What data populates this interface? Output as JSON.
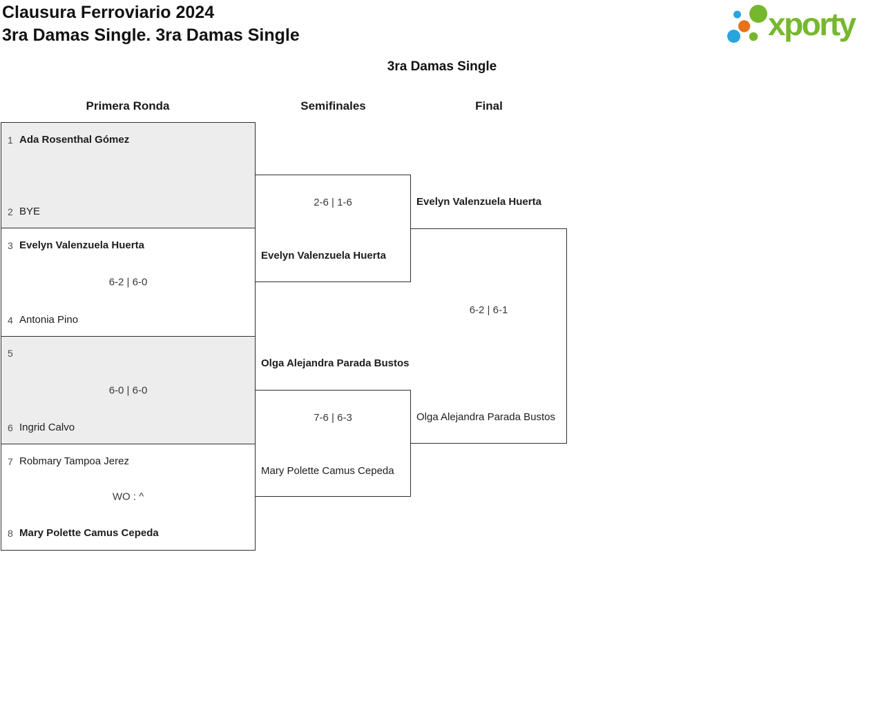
{
  "header": {
    "tournament_title": "Clausura Ferroviario 2024",
    "category_line": "3ra Damas Single. 3ra Damas Single",
    "logo_text": "xporty"
  },
  "colors": {
    "logo_green": "#76b82d",
    "logo_blue": "#2aa4dd",
    "logo_orange": "#e5731a",
    "line": "#2e2e2e",
    "match_shade": "#ededed",
    "background": "#ffffff"
  },
  "bracket": {
    "title": "3ra Damas Single",
    "rounds": [
      {
        "label": "Primera Ronda"
      },
      {
        "label": "Semifinales"
      },
      {
        "label": "Final"
      }
    ],
    "first_round": [
      {
        "top_seed": "1",
        "top_name": "Ada Rosenthal Gómez",
        "top_winner": true,
        "score": "",
        "bottom_seed": "2",
        "bottom_name": "BYE",
        "bottom_winner": false
      },
      {
        "top_seed": "3",
        "top_name": "Evelyn Valenzuela Huerta",
        "top_winner": true,
        "score": "6-2 | 6-0",
        "bottom_seed": "4",
        "bottom_name": "Antonia Pino",
        "bottom_winner": false
      },
      {
        "top_seed": "5",
        "top_name": "",
        "top_winner": true,
        "score": "6-0 | 6-0",
        "bottom_seed": "6",
        "bottom_name": "Ingrid Calvo",
        "bottom_winner": false
      },
      {
        "top_seed": "7",
        "top_name": "Robmary Tampoa Jerez",
        "top_winner": false,
        "score": "WO : ^",
        "bottom_seed": "8",
        "bottom_name": "Mary Polette Camus Cepeda",
        "bottom_winner": true
      }
    ],
    "semifinals": [
      {
        "top_name": "",
        "score": "2-6 | 1-6",
        "bottom_name": "Evelyn Valenzuela Huerta",
        "top_winner": false,
        "bottom_winner": true
      },
      {
        "top_name": "Olga Alejandra Parada Bustos",
        "score": "7-6 | 6-3",
        "bottom_name": "Mary Polette Camus Cepeda",
        "top_winner": true,
        "bottom_winner": false
      }
    ],
    "final": {
      "top_name": "Evelyn Valenzuela Huerta",
      "score": "6-2 | 6-1",
      "bottom_name": "Olga Alejandra Parada Bustos",
      "top_winner": true,
      "bottom_winner": false
    }
  }
}
